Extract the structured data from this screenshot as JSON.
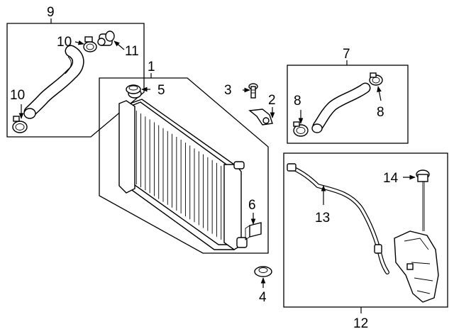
{
  "diagram": {
    "callouts": {
      "c1": "1",
      "c2": "2",
      "c3": "3",
      "c4": "4",
      "c5": "5",
      "c6": "6",
      "c7": "7",
      "c8a": "8",
      "c8b": "8",
      "c9": "9",
      "c10a": "10",
      "c10b": "10",
      "c11": "11",
      "c12": "12",
      "c13": "13",
      "c14": "14"
    }
  }
}
